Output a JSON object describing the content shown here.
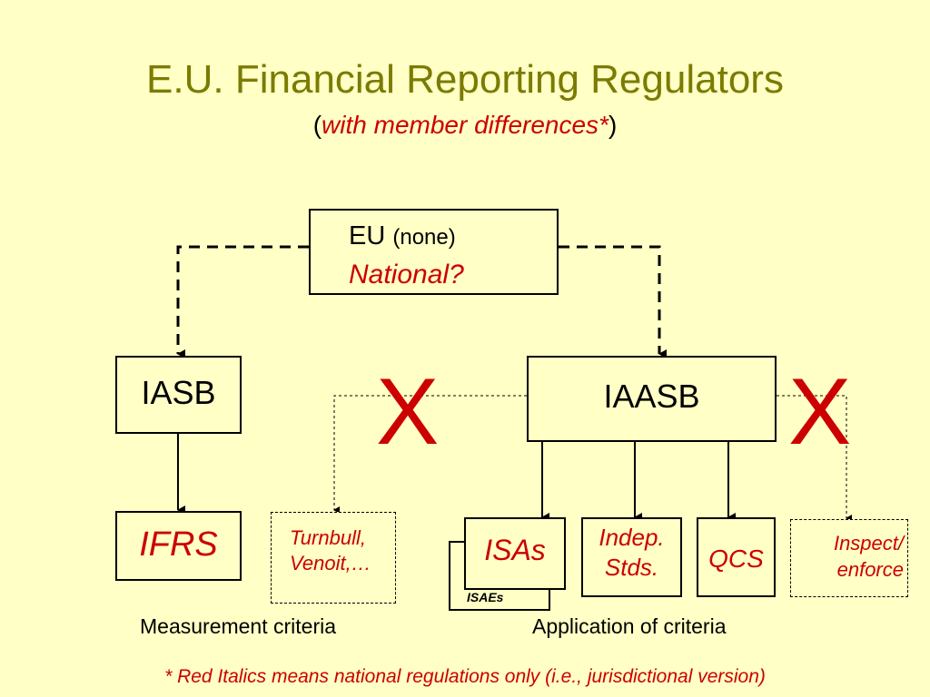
{
  "title": "E.U. Financial Reporting Regulators",
  "subtitle": {
    "open": "(",
    "italic": "with member differences*",
    "close": ")"
  },
  "eu_box": {
    "line1_main": "EU",
    "line1_paren": "(none)",
    "line2": "National?"
  },
  "iasb": "IASB",
  "iaasb": "IAASB",
  "ifrs": "IFRS",
  "turnbull": {
    "line1": "Turnbull,",
    "line2": "Venoit,…"
  },
  "isas": "ISAs",
  "isaes": "ISAEs",
  "indep": {
    "line1": "Indep.",
    "line2": "Stds."
  },
  "qcs": "QCS",
  "inspect": {
    "line1": "Inspect/",
    "line2": "enforce"
  },
  "x_marks": [
    "X",
    "X"
  ],
  "labels": {
    "measurement": "Measurement criteria",
    "application": "Application of criteria"
  },
  "footnote": "* Red Italics means national regulations only (i.e., jurisdictional version)",
  "colors": {
    "background": "#FFFFC6",
    "title": "#7B7B00",
    "national_red": "#CC0000"
  }
}
